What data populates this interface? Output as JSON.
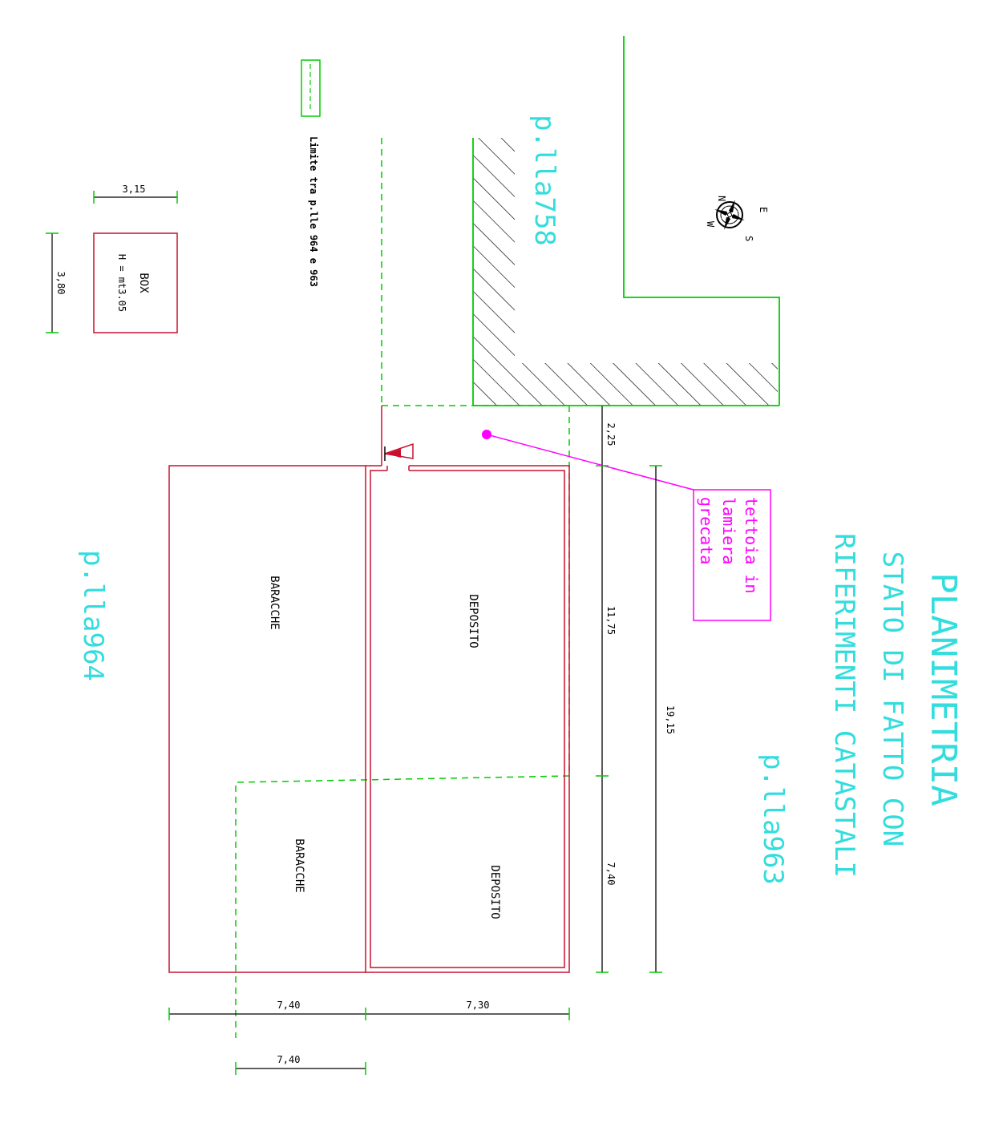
{
  "colors": {
    "building": "#c8102e",
    "parcel_limit": "#00cc00",
    "annotation": "#ff00ff",
    "parcel_label": "#33dddd",
    "dimension": "#000000"
  },
  "title": {
    "line1": "PLANIMETRIA",
    "line2": "STATO DI FATTO CON",
    "line3": "RIFERIMENTI CATASTALI"
  },
  "parcels": {
    "p758": "p.lla758",
    "p963": "p.lla963",
    "p964": "p.lla964"
  },
  "legend": {
    "limit_text": "Limite tra p.lle 964 e 963"
  },
  "box": {
    "label": "BOX",
    "height": "H = mt3.05",
    "width_dim": "3,15",
    "depth_dim": "3,80"
  },
  "rooms": {
    "baracche_1": "BARACCHE",
    "baracche_2": "BARACCHE",
    "deposito_1": "DEPOSITO",
    "deposito_2": "DEPOSITO"
  },
  "canopy": {
    "line1": "tettoia in",
    "line2": "lamiera",
    "line3": "grecata"
  },
  "dimensions": {
    "d_2_25": "2,25",
    "d_11_75": "11,75",
    "d_7_40_right": "7,40",
    "d_19_15": "19,15",
    "d_7_40_bottom_left": "7,40",
    "d_7_30_bottom_right": "7,30",
    "d_7_40_lower": "7,40"
  },
  "compass": {
    "n": "N",
    "e": "E",
    "s": "S",
    "w": "W"
  }
}
